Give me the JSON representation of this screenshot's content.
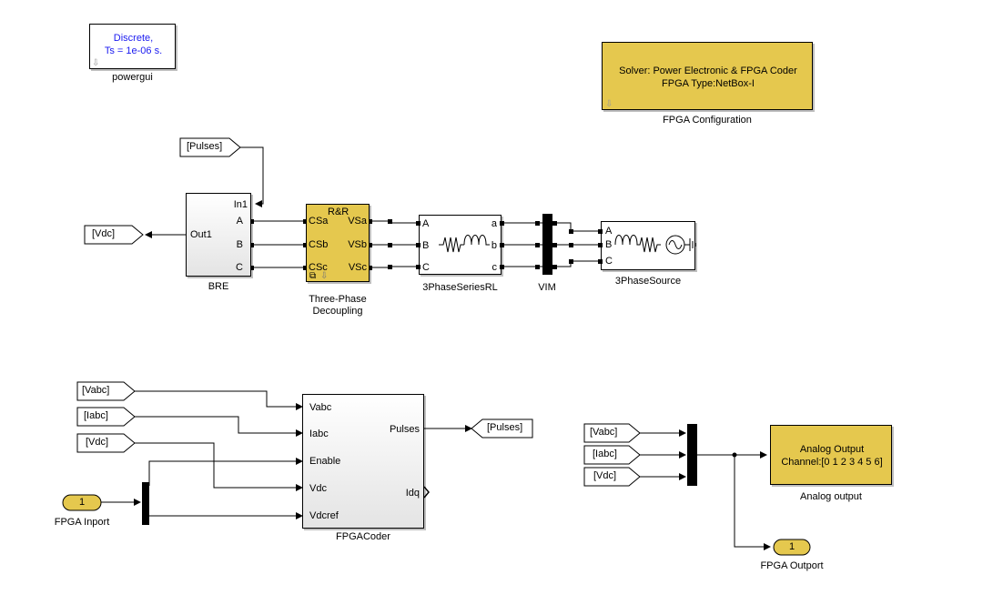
{
  "powergui": {
    "line1": "Discrete,",
    "line2": "Ts = 1e-06 s.",
    "caption": "powergui"
  },
  "fpga_config": {
    "line1": "Solver: Power Electronic & FPGA Coder",
    "line2": "FPGA Type:NetBox-I",
    "caption": "FPGA Configuration"
  },
  "tags": {
    "pulses_from": "[Pulses]",
    "vdc_goto": "[Vdc]",
    "vabc_from_1": "[Vabc]",
    "iabc_from_1": "[Iabc]",
    "vdc_from_1": "[Vdc]",
    "pulses_goto": "[Pulses]",
    "vabc_from_2": "[Vabc]",
    "iabc_from_2": "[Iabc]",
    "vdc_from_2": "[Vdc]"
  },
  "bre": {
    "caption": "BRE",
    "in1": "In1",
    "a": "A",
    "b": "B",
    "c": "C",
    "out1": "Out1"
  },
  "decoupling": {
    "title": "R&R",
    "csa": "CSa",
    "csb": "CSb",
    "csc": "CSc",
    "vsa": "VSa",
    "vsb": "VSb",
    "vsc": "VSc",
    "caption_1": "Three-Phase",
    "caption_2": "Decoupling"
  },
  "series_rl": {
    "caption": "3PhaseSeriesRL",
    "in_a": "A",
    "in_b": "B",
    "in_c": "C",
    "out_a": "a",
    "out_b": "b",
    "out_c": "c"
  },
  "vim": {
    "caption": "VIM"
  },
  "source": {
    "caption": "3PhaseSource",
    "a": "A",
    "b": "B",
    "c": "C"
  },
  "fpga_coder": {
    "caption": "FPGACoder",
    "vabc": "Vabc",
    "iabc": "Iabc",
    "enable": "Enable",
    "vdc": "Vdc",
    "vdcref": "Vdcref",
    "pulses": "Pulses",
    "idq": "Idq"
  },
  "fpga_inport": {
    "value": "1",
    "caption": "FPGA Inport"
  },
  "analog_output": {
    "line1": "Analog Output",
    "line2": "Channel:[0 1 2 3 4 5 6]",
    "caption": "Analog output"
  },
  "fpga_outport": {
    "value": "1",
    "caption": "FPGA Outport"
  },
  "colors": {
    "config_block": "#e5c84e",
    "powergui_text": "#1a1af0"
  }
}
